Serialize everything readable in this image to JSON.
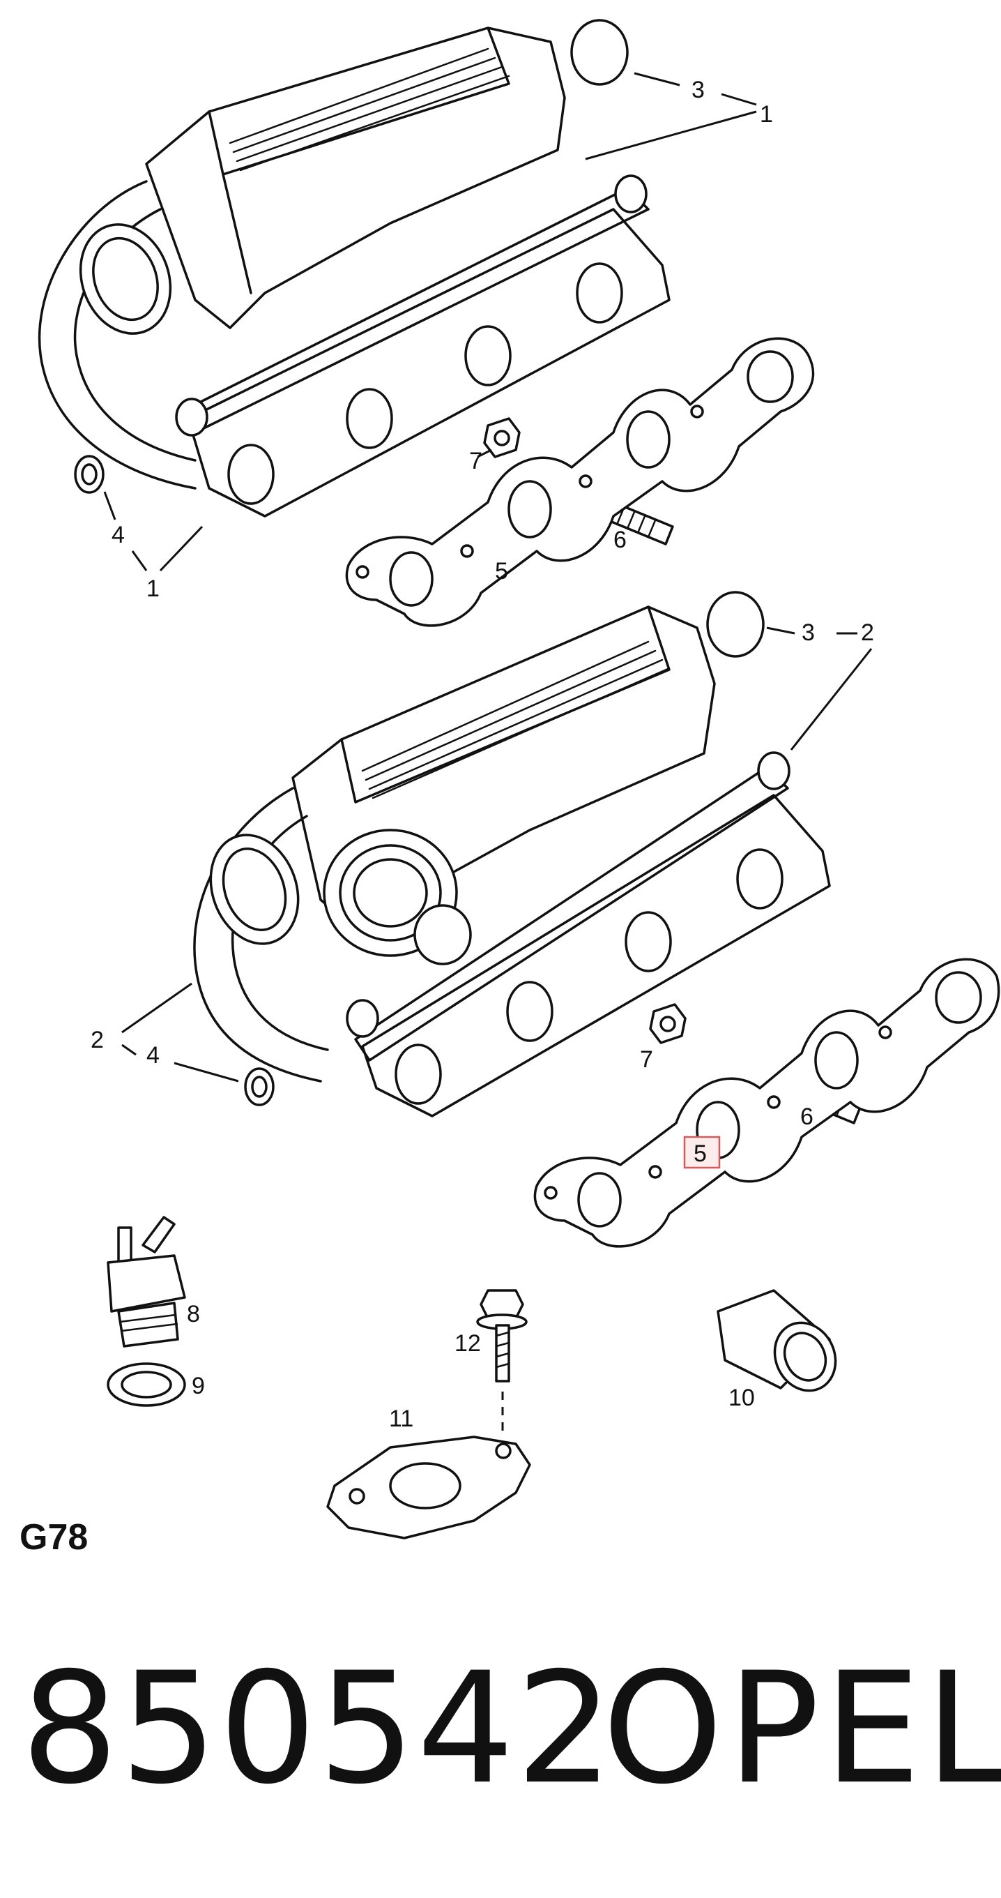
{
  "diagram": {
    "callouts": {
      "c3_top": "3",
      "c1_top": "1",
      "c4_top": "4",
      "c1_left": "1",
      "c7_top": "7",
      "c6_top": "6",
      "c5_top": "5",
      "c3_mid": "3",
      "c2_mid": "2",
      "c2_left": "2",
      "c4_mid": "4",
      "c7_mid": "7",
      "c6_mid": "6",
      "c5_mid": "5",
      "c8": "8",
      "c9": "9",
      "c12": "12",
      "c10": "10",
      "c11": "11"
    },
    "section_code": "G78",
    "highlighted_callout": "5"
  },
  "footer": {
    "part_number": "850542",
    "brand": "OPEL"
  }
}
